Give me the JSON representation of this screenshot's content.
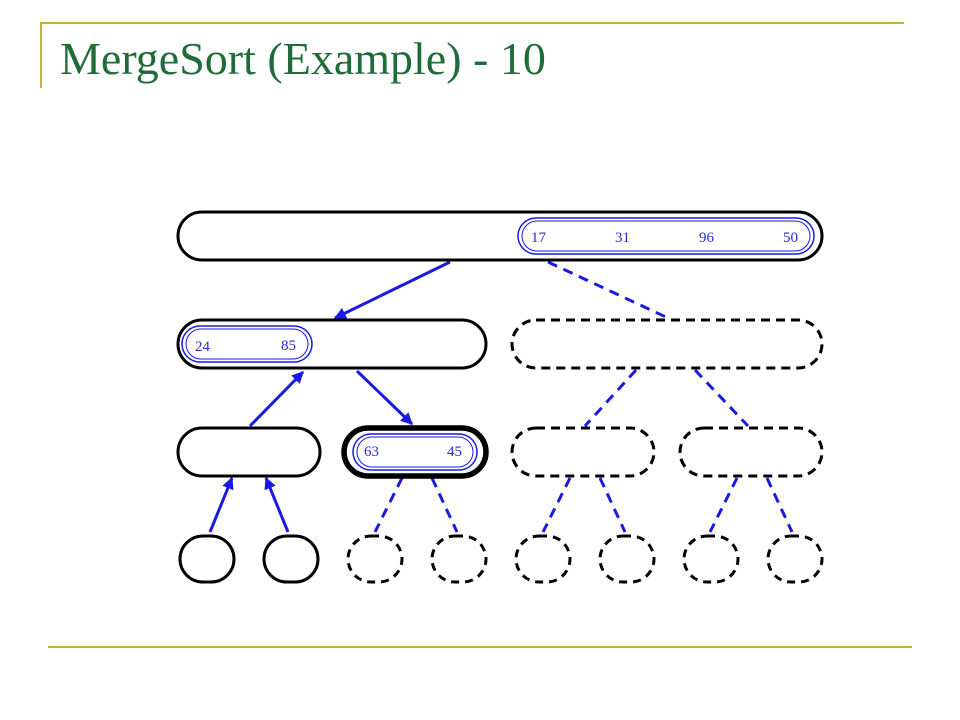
{
  "slide": {
    "title": "MergeSort (Example) - 10"
  },
  "colors": {
    "title": "#1f6b3a",
    "rule": "#c8b432",
    "node_outline": "#000000",
    "arrow": "#1a1ae0",
    "numbers": "#2a2ad8"
  },
  "diagram": {
    "root": {
      "values": [
        "17",
        "31",
        "96",
        "50"
      ]
    },
    "left_child": {
      "values": [
        "24",
        "85"
      ]
    },
    "active_node": {
      "values": [
        "63",
        "45"
      ]
    }
  }
}
